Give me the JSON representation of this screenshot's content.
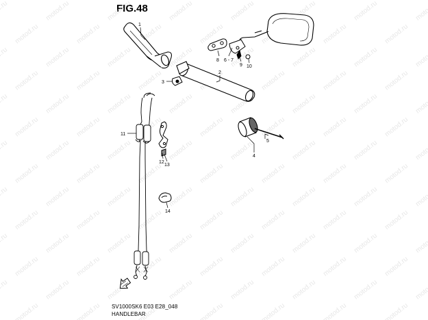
{
  "figure": {
    "title": "FIG.48",
    "model_code": "SV1000SK6 E03 E28_048",
    "section_name": "HANDLEBAR"
  },
  "callouts": {
    "c1": "1",
    "c2": "2",
    "c3": "3",
    "c4": "4",
    "c5": "5",
    "c6_7": "6 - 7",
    "c8": "8",
    "c9": "9",
    "c10": "10",
    "c11": "11",
    "c12": "12",
    "c13": "13",
    "c14": "14"
  },
  "watermark": {
    "text": "motod.ru"
  }
}
